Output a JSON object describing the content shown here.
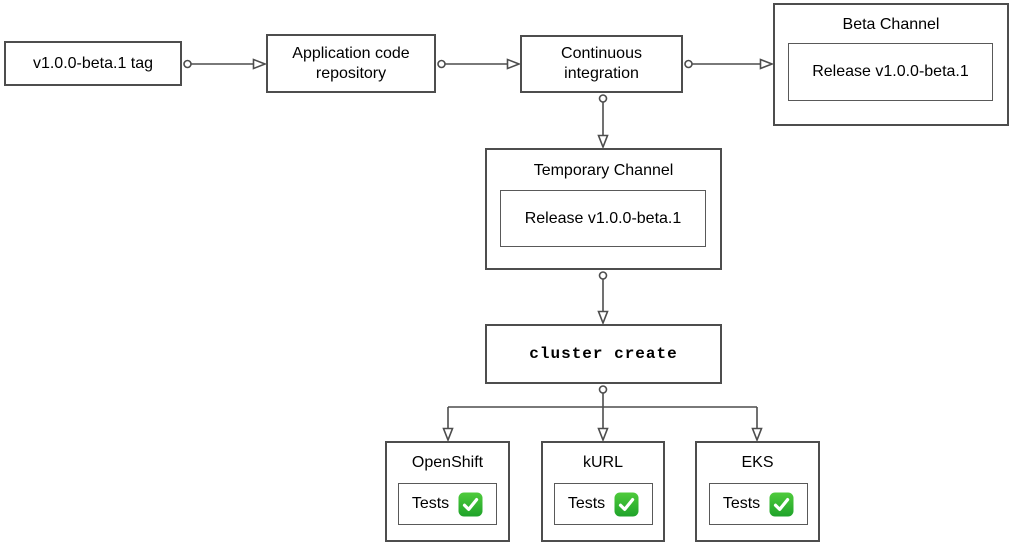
{
  "diagram": {
    "stroke_color": "#4d4d4d",
    "check_green_top": "#4fcb3c",
    "check_green_bottom": "#1fa32a",
    "nodes": {
      "tag": {
        "label": "v1.0.0-beta.1 tag"
      },
      "repository": {
        "label": "Application code repository"
      },
      "ci": {
        "label": "Continuous integration"
      },
      "beta_channel": {
        "title": "Beta Channel",
        "release_label": "Release v1.0.0-beta.1"
      },
      "temporary_channel": {
        "title": "Temporary Channel",
        "release_label": "Release v1.0.0-beta.1"
      },
      "cluster_create": {
        "label": "cluster create"
      },
      "openshift": {
        "title": "OpenShift",
        "tests_label": "Tests",
        "status_icon": "success-check-icon"
      },
      "kurl": {
        "title": "kURL",
        "tests_label": "Tests",
        "status_icon": "success-check-icon"
      },
      "eks": {
        "title": "EKS",
        "tests_label": "Tests",
        "status_icon": "success-check-icon"
      }
    }
  }
}
